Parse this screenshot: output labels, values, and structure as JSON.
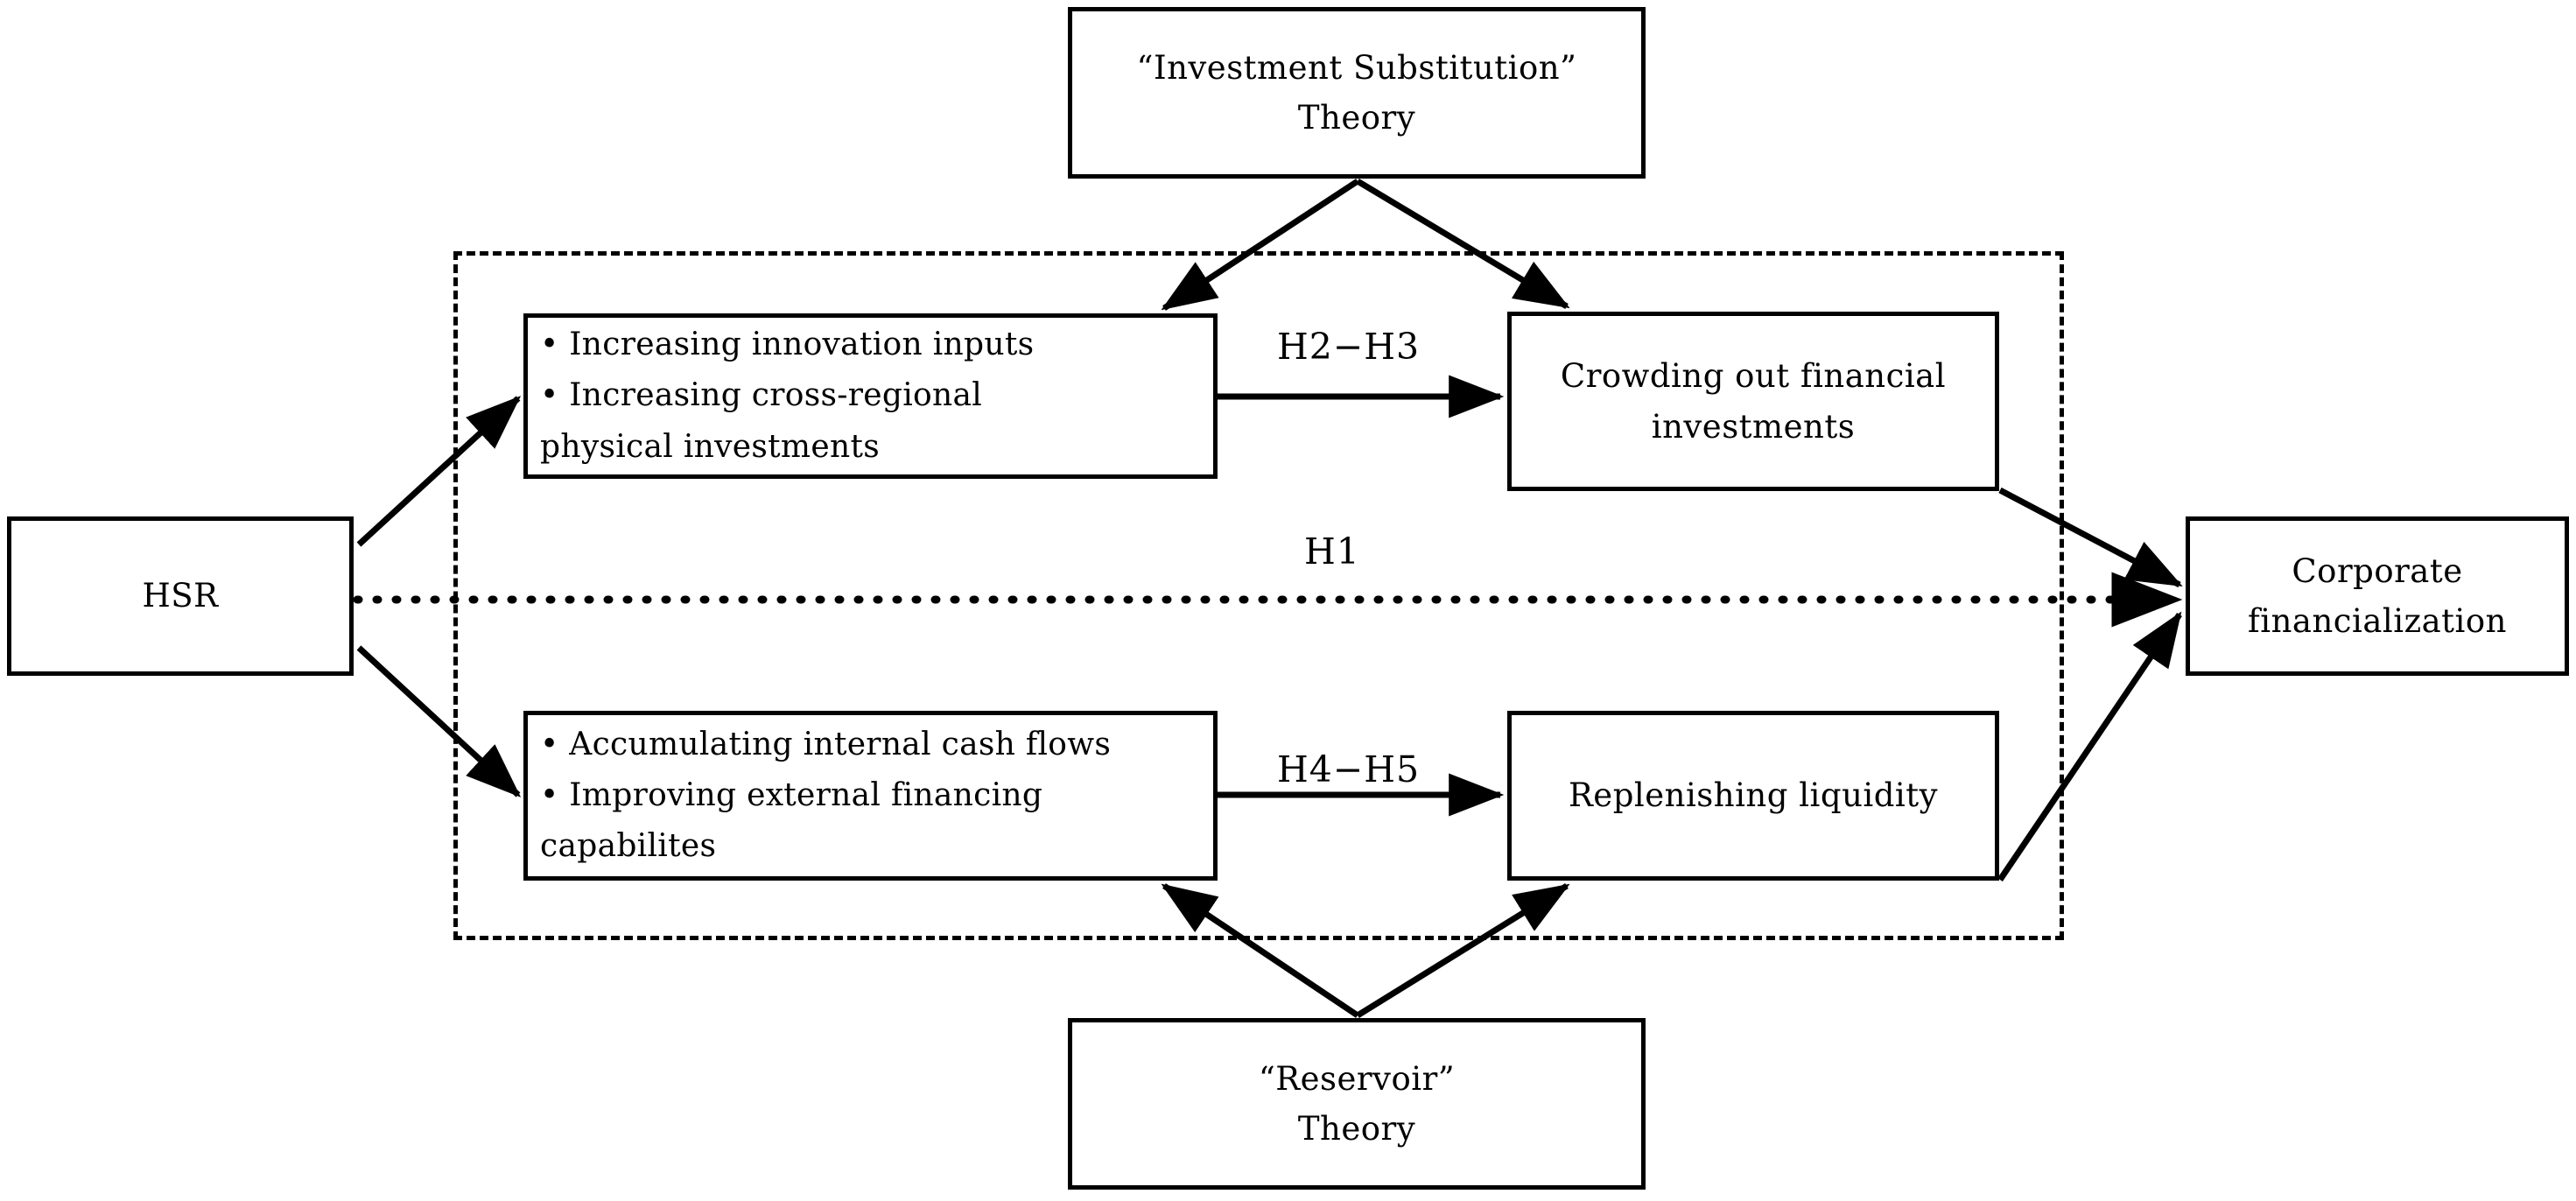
{
  "diagram": {
    "type": "research-framework-flowchart",
    "colors": {
      "stroke": "#000000",
      "fill": "#ffffff",
      "text": "#000000"
    },
    "nodes": {
      "investment_theory": {
        "text": "“Investment Substitution”\nTheory"
      },
      "reservoir_theory": {
        "text": "“Reservoir”\nTheory"
      },
      "hsr": {
        "text": "HSR"
      },
      "corporate_financialization": {
        "text": "Corporate\nfinancialization"
      },
      "real_investment": {
        "lines": [
          "• Increasing innovation inputs",
          "• Increasing cross-regional",
          "physical investments"
        ]
      },
      "crowding_out": {
        "text": "Crowding out financial\ninvestments"
      },
      "cash_flows": {
        "lines": [
          "• Accumulating internal cash flows",
          "• Improving external financing",
          "capabilites"
        ]
      },
      "replenishing": {
        "text": "Replenishing liquidity"
      }
    },
    "edge_labels": {
      "h1": "H1",
      "h2_h3": "H2−H3",
      "h4_h5": "H4−H5"
    },
    "edges": [
      {
        "from": "hsr",
        "to": "real_investment",
        "style": "solid"
      },
      {
        "from": "hsr",
        "to": "cash_flows",
        "style": "solid"
      },
      {
        "from": "hsr",
        "to": "corporate_financialization",
        "style": "dotted",
        "label": "H1"
      },
      {
        "from": "real_investment",
        "to": "crowding_out",
        "style": "solid",
        "label": "H2−H3"
      },
      {
        "from": "cash_flows",
        "to": "replenishing",
        "style": "solid",
        "label": "H4−H5"
      },
      {
        "from": "crowding_out",
        "to": "corporate_financialization",
        "style": "solid"
      },
      {
        "from": "replenishing",
        "to": "corporate_financialization",
        "style": "solid"
      },
      {
        "from": "investment_theory",
        "to": "real_investment",
        "style": "solid"
      },
      {
        "from": "investment_theory",
        "to": "crowding_out",
        "style": "solid"
      },
      {
        "from": "reservoir_theory",
        "to": "cash_flows",
        "style": "solid"
      },
      {
        "from": "reservoir_theory",
        "to": "replenishing",
        "style": "solid"
      }
    ]
  }
}
